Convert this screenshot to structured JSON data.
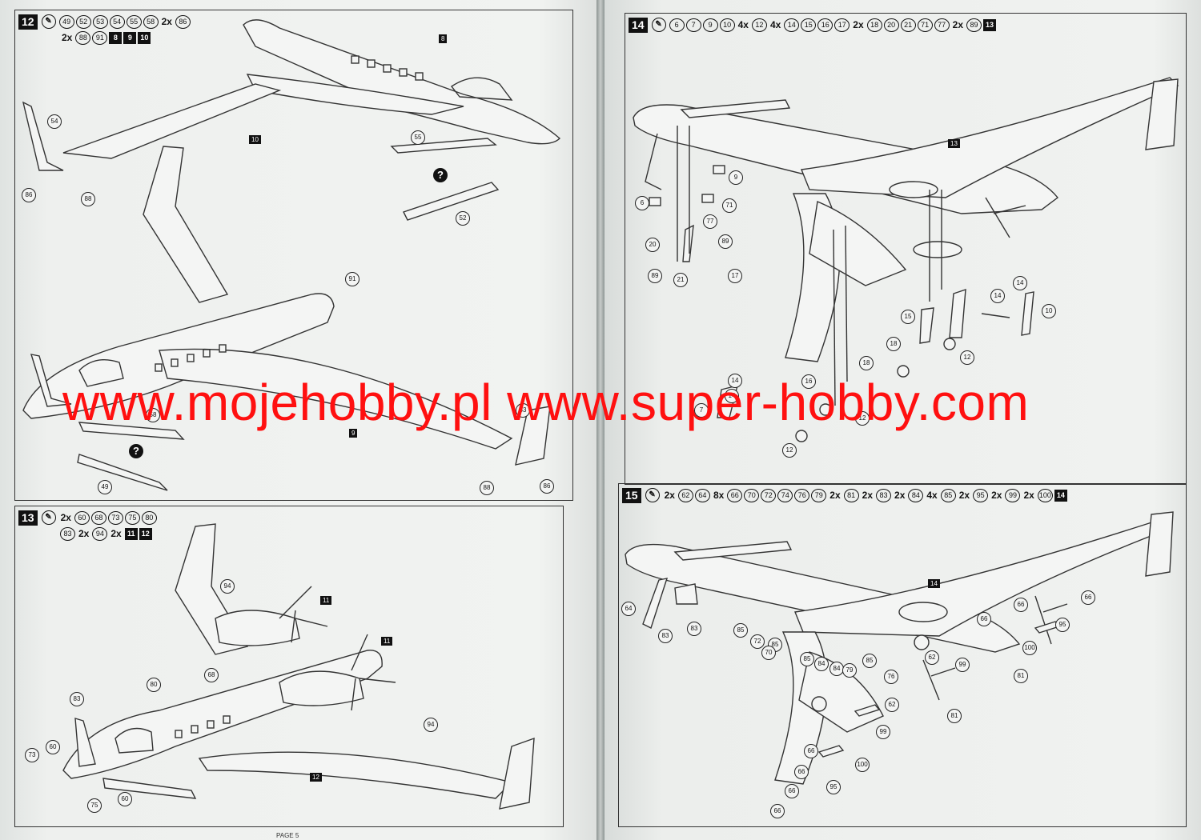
{
  "steps": [
    {
      "number": "12",
      "header_rows": [
        [
          {
            "t": "c",
            "v": "49"
          },
          {
            "t": "c",
            "v": "52"
          },
          {
            "t": "c",
            "v": "53"
          },
          {
            "t": "c",
            "v": "54"
          },
          {
            "t": "c",
            "v": "55"
          },
          {
            "t": "c",
            "v": "58"
          },
          {
            "t": "m",
            "v": "2x"
          },
          {
            "t": "c",
            "v": "86"
          }
        ],
        [
          {
            "t": "m",
            "v": "2x"
          },
          {
            "t": "c",
            "v": "88"
          },
          {
            "t": "c",
            "v": "91"
          },
          {
            "t": "s",
            "v": "8"
          },
          {
            "t": "s",
            "v": "9"
          },
          {
            "t": "s",
            "v": "10"
          }
        ]
      ],
      "callouts": [
        "54",
        "86",
        "88",
        "55",
        "52",
        "91",
        "58",
        "53",
        "49",
        "88",
        "86"
      ],
      "tags": [
        "8",
        "10",
        "9"
      ]
    },
    {
      "number": "13",
      "header_rows": [
        [
          {
            "t": "m",
            "v": "2x"
          },
          {
            "t": "c",
            "v": "60"
          },
          {
            "t": "c",
            "v": "68"
          },
          {
            "t": "c",
            "v": "73"
          },
          {
            "t": "c",
            "v": "75"
          },
          {
            "t": "c",
            "v": "80"
          }
        ],
        [
          {
            "t": "c",
            "v": "83"
          },
          {
            "t": "m",
            "v": "2x"
          },
          {
            "t": "c",
            "v": "94"
          },
          {
            "t": "m",
            "v": "2x"
          },
          {
            "t": "s",
            "v": "11"
          },
          {
            "t": "s",
            "v": "12"
          }
        ]
      ],
      "callouts": [
        "94",
        "68",
        "80",
        "83",
        "73",
        "60",
        "75",
        "60",
        "94"
      ],
      "tags": [
        "11",
        "11",
        "12"
      ]
    },
    {
      "number": "14",
      "header_rows": [
        [
          {
            "t": "c",
            "v": "6"
          },
          {
            "t": "c",
            "v": "7"
          },
          {
            "t": "c",
            "v": "9"
          },
          {
            "t": "c",
            "v": "10"
          },
          {
            "t": "m",
            "v": "4x"
          },
          {
            "t": "c",
            "v": "12"
          },
          {
            "t": "m",
            "v": "4x"
          },
          {
            "t": "c",
            "v": "14"
          },
          {
            "t": "c",
            "v": "15"
          },
          {
            "t": "c",
            "v": "16"
          },
          {
            "t": "c",
            "v": "17"
          },
          {
            "t": "m",
            "v": "2x"
          },
          {
            "t": "c",
            "v": "18"
          },
          {
            "t": "c",
            "v": "20"
          },
          {
            "t": "c",
            "v": "21"
          },
          {
            "t": "c",
            "v": "71"
          },
          {
            "t": "c",
            "v": "77"
          },
          {
            "t": "m",
            "v": "2x"
          },
          {
            "t": "c",
            "v": "89"
          },
          {
            "t": "s",
            "v": "13"
          }
        ]
      ],
      "callouts": [
        "9",
        "6",
        "71",
        "77",
        "20",
        "89",
        "21",
        "17",
        "89",
        "14",
        "14",
        "10",
        "15",
        "18",
        "12",
        "18",
        "16",
        "14",
        "7",
        "14",
        "12",
        "12"
      ],
      "tags": [
        "13"
      ]
    },
    {
      "number": "15",
      "header_rows": [
        [
          {
            "t": "m",
            "v": "2x"
          },
          {
            "t": "c",
            "v": "62"
          },
          {
            "t": "c",
            "v": "64"
          },
          {
            "t": "m",
            "v": "8x"
          },
          {
            "t": "c",
            "v": "66"
          },
          {
            "t": "c",
            "v": "70"
          },
          {
            "t": "c",
            "v": "72"
          },
          {
            "t": "c",
            "v": "74"
          },
          {
            "t": "c",
            "v": "76"
          },
          {
            "t": "c",
            "v": "79"
          },
          {
            "t": "m",
            "v": "2x"
          },
          {
            "t": "c",
            "v": "81"
          },
          {
            "t": "m",
            "v": "2x"
          },
          {
            "t": "c",
            "v": "83"
          },
          {
            "t": "m",
            "v": "2x"
          },
          {
            "t": "c",
            "v": "84"
          },
          {
            "t": "m",
            "v": "4x"
          },
          {
            "t": "c",
            "v": "85"
          },
          {
            "t": "m",
            "v": "2x"
          },
          {
            "t": "c",
            "v": "95"
          },
          {
            "t": "m",
            "v": "2x"
          },
          {
            "t": "c",
            "v": "99"
          },
          {
            "t": "m",
            "v": "2x"
          },
          {
            "t": "c",
            "v": "100"
          },
          {
            "t": "s",
            "v": "14"
          }
        ]
      ],
      "callouts": [
        "64",
        "83",
        "83",
        "85",
        "72",
        "85",
        "70",
        "85",
        "84",
        "84",
        "79",
        "85",
        "76",
        "62",
        "66",
        "66",
        "66",
        "95",
        "99",
        "100",
        "81",
        "81",
        "62",
        "99",
        "100",
        "66",
        "66",
        "66",
        "95",
        "66"
      ],
      "tags": [
        "14"
      ]
    }
  ],
  "question_mark": "?",
  "watermark": "www.mojehobby.pl www.super-hobby.com",
  "footer_code": "PAGE 5"
}
